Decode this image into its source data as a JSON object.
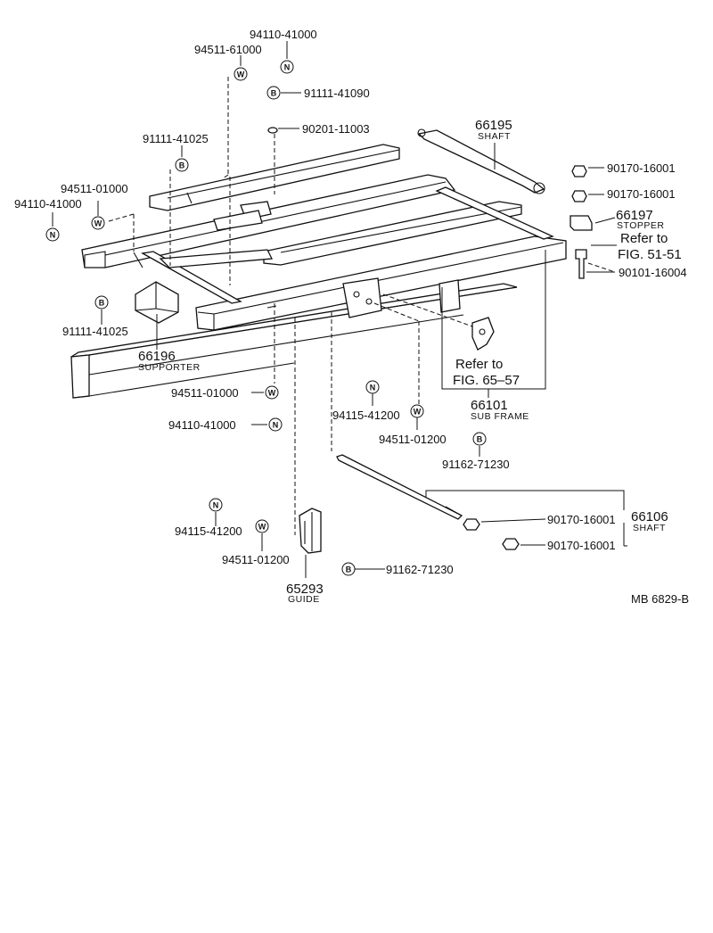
{
  "labels": {
    "p94110_41000_top": "94110-41000",
    "p94511_61000": "94511-61000",
    "p91111_41090": "91111-41090",
    "p90201_11003": "90201-11003",
    "p91111_41025_top": "91111-41025",
    "p94511_01000_left": "94511-01000",
    "p94110_41000_left": "94110-41000",
    "p66195": "66195",
    "shaft_upper": "SHAFT",
    "p90170_16001_a": "90170-16001",
    "p90170_16001_b": "90170-16001",
    "p66197": "66197",
    "stopper": "STOPPER",
    "refer_51_a": "Refer to",
    "refer_51_b": "FIG. 51-51",
    "p90101_16004": "90101-16004",
    "p91111_41025_bot": "91111-41025",
    "p66196": "66196",
    "supporter": "SUPPORTER",
    "refer_65_a": "Refer to",
    "refer_65_b": "FIG. 65–57",
    "p66101": "66101",
    "sub_frame": "SUB FRAME",
    "p94511_01000_mid": "94511-01000",
    "p94110_41000_mid": "94110-41000",
    "p94115_41200_mid": "94115-41200",
    "p94511_01200_mid": "94511-01200",
    "p91162_71230_mid": "91162-71230",
    "p90170_16001_c": "90170-16001",
    "p90170_16001_d": "90170-16001",
    "p66106": "66106",
    "shaft_lower": "SHAFT",
    "p94115_41200_low": "94115-41200",
    "p94511_01200_low": "94511-01200",
    "p91162_71230_low": "91162-71230",
    "p65293": "65293",
    "guide": "GUIDE",
    "diagram_code": "MB  6829-B"
  },
  "symbols": {
    "n": "N",
    "w": "W",
    "b": "B"
  }
}
